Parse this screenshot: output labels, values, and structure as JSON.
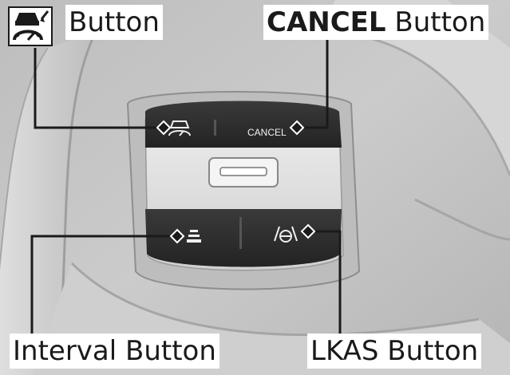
{
  "labels": {
    "acc_suffix": "Button",
    "cancel_bold": "CANCEL",
    "cancel_suffix": " Button",
    "interval": "Interval Button",
    "lkas": "LKAS Button"
  },
  "wheel": {
    "cancel_key_text": "CANCEL"
  },
  "icons": {
    "acc": "adaptive-cruise-icon",
    "interval": "following-interval-icon",
    "lkas": "lane-keeping-icon"
  },
  "colors": {
    "wheel_bg": "#c9c9c9",
    "rim": "#d3d3d3",
    "rim_shadow": "#9e9e9e",
    "button_dark": "#2b2b2b",
    "panel": "#e1e1e1",
    "leader": "#1a1a1a"
  }
}
